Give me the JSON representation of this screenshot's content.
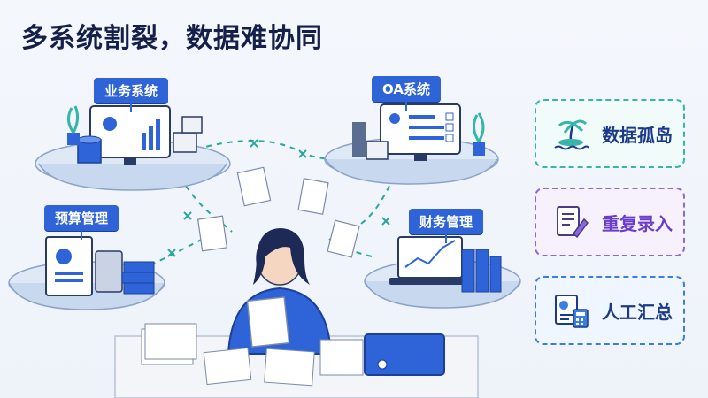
{
  "title": "多系统割裂，数据难协同",
  "islands": {
    "business": "业务系统",
    "oa": "OA系统",
    "budget": "预算管理",
    "finance": "财务管理"
  },
  "cards": [
    {
      "label": "数据孤岛",
      "icon": "island-palm-icon"
    },
    {
      "label": "重复录入",
      "icon": "document-pencil-icon"
    },
    {
      "label": "人工汇总",
      "icon": "report-calculator-icon"
    }
  ],
  "colors": {
    "accent": "#2f63d8",
    "teal": "#37b5a8",
    "purple": "#8e68d8",
    "blue": "#3c7de0",
    "dark": "#15204a"
  }
}
